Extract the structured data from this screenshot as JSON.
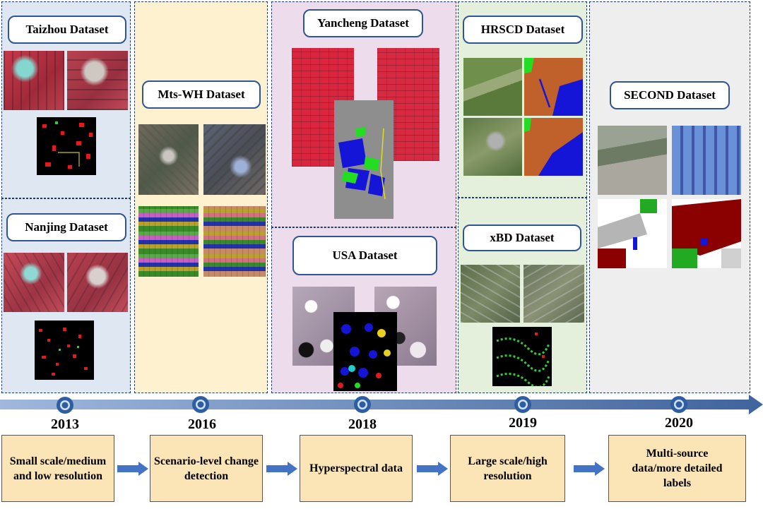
{
  "datasets": {
    "taizhou": "Taizhou Dataset",
    "nanjing": "Nanjing Dataset",
    "mtswh": "Mts-WH Dataset",
    "yancheng": "Yancheng Dataset",
    "usa": "USA Dataset",
    "hrscd": "HRSCD Dataset",
    "xbd": "xBD Dataset",
    "second": "SECOND Dataset"
  },
  "timeline": {
    "years": [
      "2013",
      "2016",
      "2018",
      "2019",
      "2020"
    ],
    "descriptions": [
      "Small scale/medium and low resolution",
      "Scenario-level change detection",
      "Hyperspectral data",
      "Large scale/high resolution",
      "Multi-source data/more detailed labels"
    ]
  },
  "colors": {
    "panel_blue": "#dfe7f2",
    "panel_yellow": "#fdf1cf",
    "panel_pink": "#ecdcec",
    "panel_green": "#e5f0dc",
    "panel_gray": "#eeeeee",
    "timeline": "#4f79b5",
    "desc_fill": "#fbe5b6",
    "arrow": "#4472c4"
  }
}
